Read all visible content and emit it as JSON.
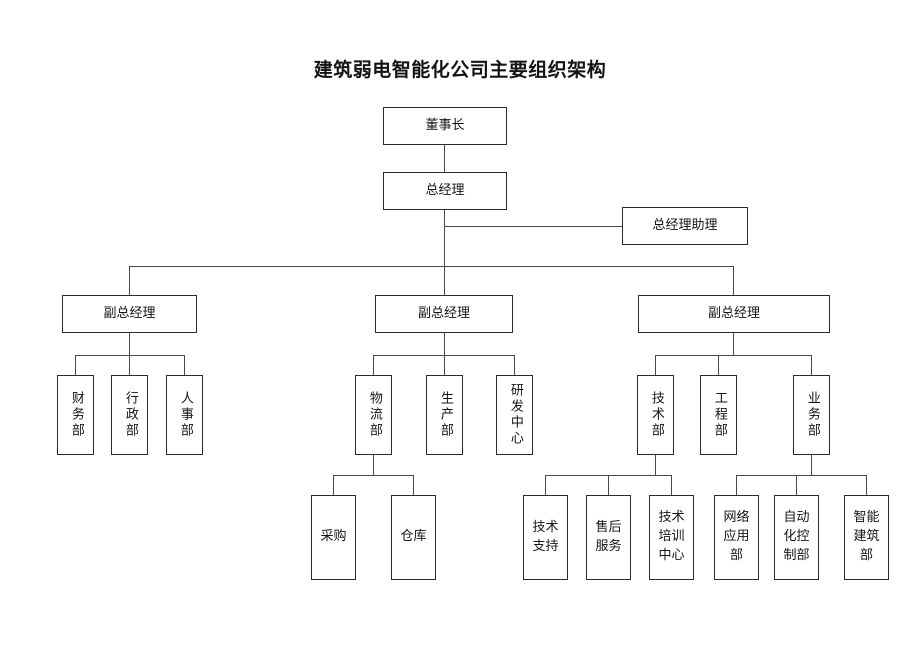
{
  "chart_data": {
    "type": "diagram",
    "diagram_kind": "organization-chart",
    "title": "建筑弱电智能化公司主要组织架构",
    "levels": [
      {
        "level": 0,
        "nodes": [
          "董事长"
        ]
      },
      {
        "level": 1,
        "nodes": [
          "总经理",
          "总经理助理"
        ]
      },
      {
        "level": 2,
        "nodes": [
          "副总经理",
          "副总经理",
          "副总经理"
        ]
      },
      {
        "level": 3,
        "nodes": [
          "财务部",
          "行政部",
          "人事部",
          "物流部",
          "生产部",
          "研发中心",
          "技术部",
          "工程部",
          "业务部"
        ]
      },
      {
        "level": 4,
        "nodes": [
          "采购",
          "仓库",
          "技术支持",
          "售后服务",
          "技术培训中心",
          "网络应用部",
          "自动化控制部",
          "智能建筑部"
        ]
      }
    ],
    "edges": [
      [
        "董事长",
        "总经理"
      ],
      [
        "总经理",
        "总经理助理"
      ],
      [
        "总经理",
        "副总经理(左)"
      ],
      [
        "总经理",
        "副总经理(中)"
      ],
      [
        "总经理",
        "副总经理(右)"
      ],
      [
        "副总经理(左)",
        "财务部"
      ],
      [
        "副总经理(左)",
        "行政部"
      ],
      [
        "副总经理(左)",
        "人事部"
      ],
      [
        "副总经理(中)",
        "物流部"
      ],
      [
        "副总经理(中)",
        "生产部"
      ],
      [
        "副总经理(中)",
        "研发中心"
      ],
      [
        "副总经理(右)",
        "技术部"
      ],
      [
        "副总经理(右)",
        "工程部"
      ],
      [
        "副总经理(右)",
        "业务部"
      ],
      [
        "物流部",
        "采购"
      ],
      [
        "物流部",
        "仓库"
      ],
      [
        "技术部",
        "技术支持"
      ],
      [
        "技术部",
        "售后服务"
      ],
      [
        "技术部",
        "技术培训中心"
      ],
      [
        "业务部",
        "网络应用部"
      ],
      [
        "业务部",
        "自动化控制部"
      ],
      [
        "业务部",
        "智能建筑部"
      ]
    ]
  },
  "title": "建筑弱电智能化公司主要组织架构",
  "nodes": {
    "chairman": "董事长",
    "general_manager": "总经理",
    "gm_assistant": "总经理助理",
    "deputy_gm_left": "副总经理",
    "deputy_gm_mid": "副总经理",
    "deputy_gm_right": "副总经理",
    "finance_dept": "财务部",
    "admin_dept": "行政部",
    "hr_dept": "人事部",
    "logistics_dept": "物流部",
    "production_dept": "生产部",
    "rd_center": "研发中心",
    "tech_dept": "技术部",
    "engineering_dept": "工程部",
    "business_dept": "业务部",
    "purchasing": "采购",
    "warehouse": "仓库",
    "tech_support": "技术支持",
    "after_sales": "售后服务",
    "training_center": "技术培训中心",
    "network_app_dept": "网络应用部",
    "automation_control_dept": "自动化控制部",
    "smart_building_dept": "智能建筑部"
  },
  "colors": {
    "background": "#ffffff",
    "box_border": "#2b2b2b",
    "connector": "#4a4a4a",
    "text": "#141414"
  }
}
